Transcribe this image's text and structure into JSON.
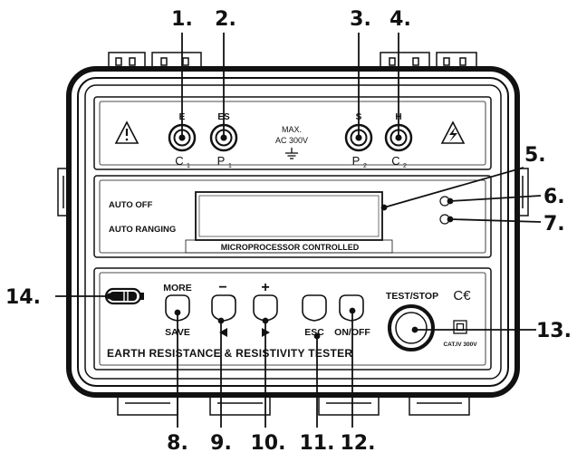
{
  "callouts": {
    "c1": "1.",
    "c2": "2.",
    "c3": "3.",
    "c4": "4.",
    "c5": "5.",
    "c6": "6.",
    "c7": "7.",
    "c8": "8.",
    "c9": "9.",
    "c10": "10.",
    "c11": "11.",
    "c12": "12.",
    "c13": "13.",
    "c14": "14."
  },
  "terminals": {
    "e_top": "E",
    "e_bottom": "C",
    "e_sub": "1",
    "es_top": "ES",
    "es_bottom": "P",
    "es_sub": "1",
    "s_top": "S",
    "s_bottom": "P",
    "s_sub": "2",
    "h_top": "H",
    "h_bottom": "C",
    "h_sub": "2"
  },
  "max_rating": {
    "line1": "MAX.",
    "line2": "AC 300V"
  },
  "display_panel": {
    "auto_off": "AUTO OFF",
    "auto_ranging": "AUTO RANGING",
    "lcd_caption": "MICROPROCESSOR CONTROLLED"
  },
  "keys": {
    "more": "MORE",
    "save": "SAVE",
    "minus": "−",
    "plus": "+",
    "esc": "ESC",
    "on_off": "ON/OFF"
  },
  "test_stop": "TEST/STOP",
  "ce_mark": "C€",
  "cat_rating": "CAT.IV 300V",
  "tester_name": "EARTH RESISTANCE & RESISTIVITY TESTER",
  "icons": [
    "warning-triangle-icon",
    "high-voltage-icon",
    "ground-symbol-icon",
    "battery-icon",
    "double-insulation-icon",
    "arrow-left-icon",
    "arrow-right-icon"
  ]
}
